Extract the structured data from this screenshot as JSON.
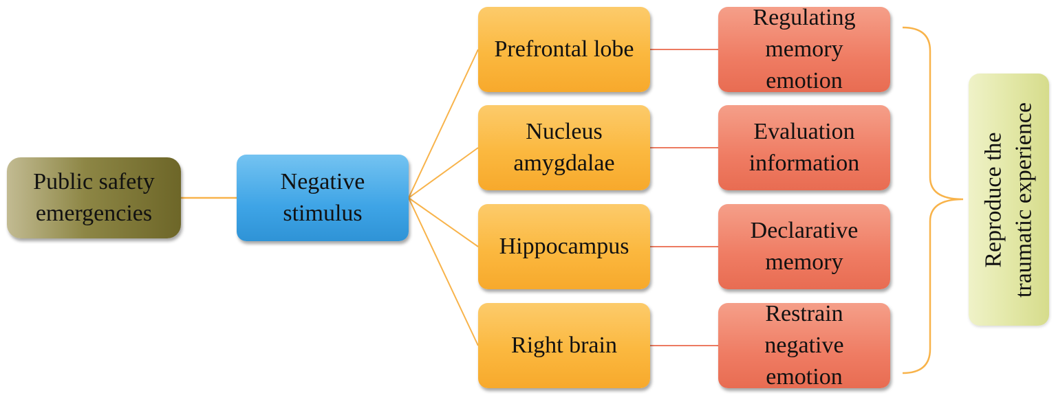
{
  "root": {
    "label": "Public safety\nemergencies"
  },
  "stimulus": {
    "label": "Negative\nstimulus"
  },
  "regions": [
    {
      "label": "Prefrontal lobe"
    },
    {
      "label": "Nucleus\namygdalae"
    },
    {
      "label": "Hippocampus"
    },
    {
      "label": "Right brain"
    }
  ],
  "functions": [
    {
      "label": "Regulating\nmemory\nemotion"
    },
    {
      "label": "Evaluation\ninformation"
    },
    {
      "label": "Declarative\nmemory"
    },
    {
      "label": "Restrain\nnegative\nemotion"
    }
  ],
  "outcome": {
    "label": "Reproduce the\ntraumatic experience"
  },
  "colors": {
    "root": "#8d8645",
    "stimulus": "#3ea4e6",
    "region": "#fbb83f",
    "function": "#ef7c63",
    "outcome": "#e3e8a8",
    "connector_orange": "#f8b34a",
    "connector_red": "#ec7a60"
  }
}
